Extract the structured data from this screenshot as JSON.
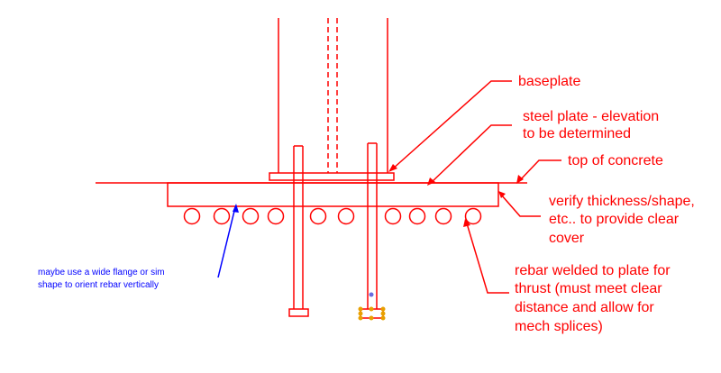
{
  "colors": {
    "red": "#ff0000",
    "blue": "#0000ff",
    "handle": "#e8a000",
    "background": "#ffffff"
  },
  "labels": {
    "baseplate": "baseplate",
    "steel_plate_line1": "steel plate - elevation",
    "steel_plate_line2": "to be determined",
    "top_of_concrete": "top of concrete",
    "verify_line1": "verify thickness/shape,",
    "verify_line2": "etc.. to provide clear",
    "verify_line3": "cover",
    "rebar_line1": "rebar welded to plate for",
    "rebar_line2": "thrust (must meet clear",
    "rebar_line3": "distance and allow for",
    "rebar_line4": "mech splices)",
    "wide_flange_line1": "maybe use a wide flange or sim",
    "wide_flange_line2": "shape to orient rebar vertically"
  }
}
